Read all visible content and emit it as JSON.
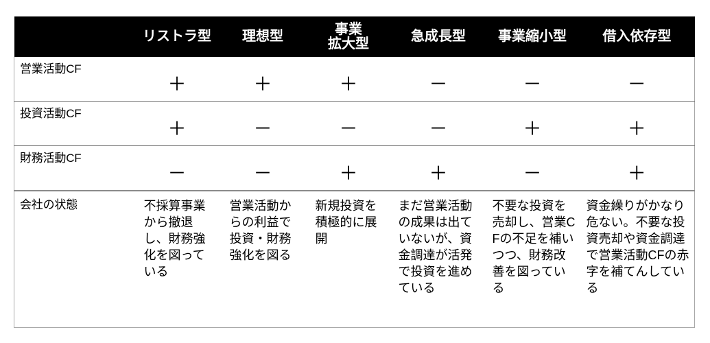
{
  "table": {
    "corner_label": "",
    "columns": [
      {
        "id": "restructuring",
        "label": "リストラ型",
        "two_line": false
      },
      {
        "id": "ideal",
        "label": "理想型",
        "two_line": false
      },
      {
        "id": "expansion",
        "label_line1": "事業",
        "label_line2": "拡大型",
        "two_line": true
      },
      {
        "id": "rapid-growth",
        "label": "急成長型",
        "two_line": false
      },
      {
        "id": "downsizing",
        "label": "事業縮小型",
        "two_line": false
      },
      {
        "id": "debt-dependent",
        "label": "借入依存型",
        "two_line": false
      }
    ],
    "rows": [
      {
        "id": "operating-cf",
        "label": "営業活動CF",
        "values": [
          "＋",
          "＋",
          "＋",
          "－",
          "－",
          "－"
        ]
      },
      {
        "id": "investing-cf",
        "label": "投資活動CF",
        "values": [
          "＋",
          "－",
          "－",
          "－",
          "＋",
          "＋"
        ]
      },
      {
        "id": "financing-cf",
        "label": "財務活動CF",
        "values": [
          "－",
          "－",
          "＋",
          "＋",
          "－",
          "＋"
        ]
      }
    ],
    "description_row": {
      "id": "company-state",
      "label": "会社の状態",
      "values": [
        "不採算事業から撤退し、財務強化を図っている",
        "営業活動からの利益で投資・財務強化を図る",
        "新規投資を積極的に展開",
        "まだ営業活動の成果は出ていないが、資金調達が活発で投資を進めている",
        "不要な投資を売却し、営業CFの不足を補いつつ、財務改善を図っている",
        "資金繰りがかなり危ない。不要な投資売却や資金調達で営業活動CFの赤字を補てんしている"
      ]
    }
  },
  "colors": {
    "header_background": "#000000",
    "header_text": "#ffffff",
    "body_text": "#000000",
    "border": "#a8a8a8",
    "divider": "#6e6e6e",
    "page_background": "#ffffff"
  }
}
